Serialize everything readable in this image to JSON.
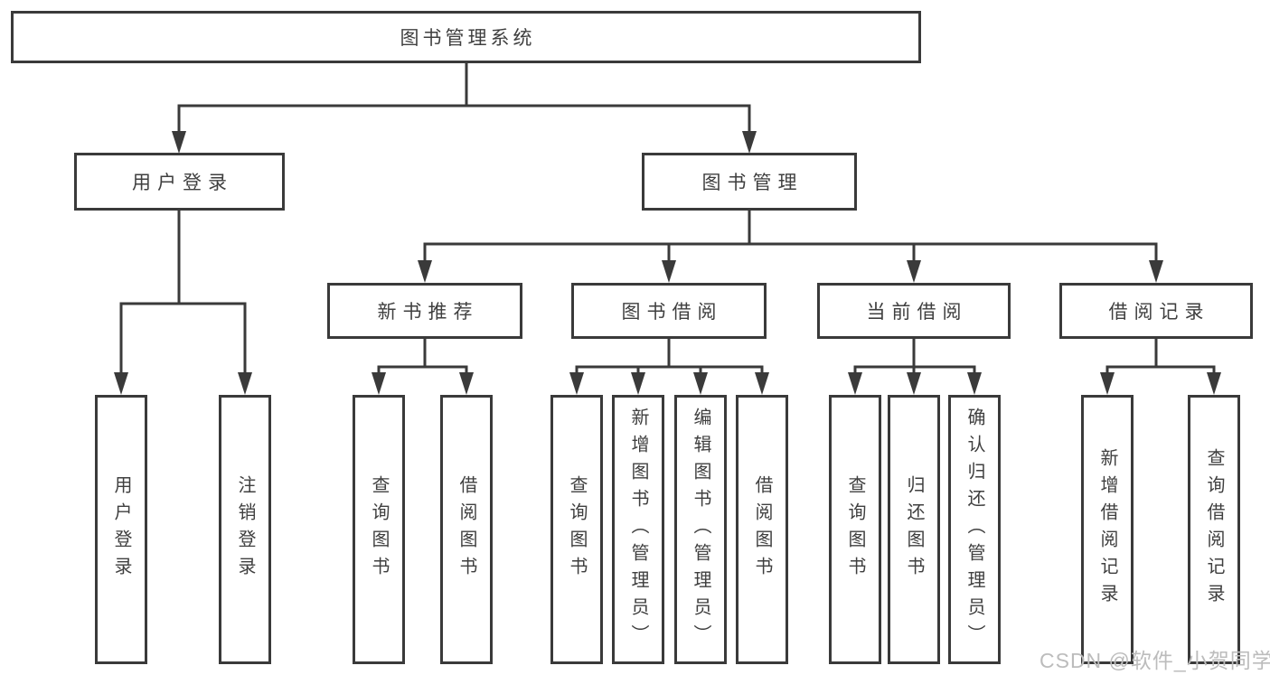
{
  "tree": {
    "root": "图书管理系统",
    "branches": [
      {
        "label": "用户登录",
        "children": [
          "用户登录",
          "注销登录"
        ]
      },
      {
        "label": "图书管理",
        "children": [
          {
            "label": "新书推荐",
            "children": [
              "查询图书",
              "借阅图书"
            ]
          },
          {
            "label": "图书借阅",
            "children": [
              "查询图书",
              "新增图书（管理员）",
              "编辑图书（管理员）",
              "借阅图书"
            ]
          },
          {
            "label": "当前借阅",
            "children": [
              "查询图书",
              "归还图书",
              "确认归还（管理员）"
            ]
          },
          {
            "label": "借阅记录",
            "children": [
              "新增借阅记录",
              "查询借阅记录"
            ]
          }
        ]
      }
    ]
  },
  "watermark": "CSDN @软件_小贺同学",
  "colors": {
    "line": "#3a3a3a",
    "text": "#3f3f3f",
    "watermark": "#bcbcbc",
    "background": "#ffffff"
  }
}
